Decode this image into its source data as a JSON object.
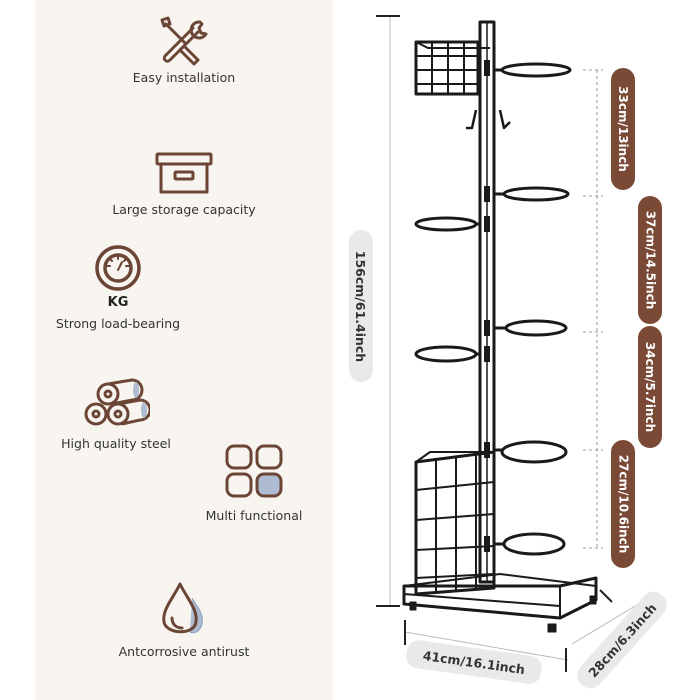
{
  "features": [
    {
      "label": "Easy installation",
      "icon": "wrench-screwdriver-icon"
    },
    {
      "label": "Large storage capacity",
      "icon": "storage-box-icon"
    },
    {
      "label": "Strong load-bearing",
      "icon": "kg-gauge-icon",
      "icon_text": "KG"
    },
    {
      "label": "High quality steel",
      "icon": "steel-rolls-icon"
    },
    {
      "label": "Multi functional",
      "icon": "grid-squares-icon"
    },
    {
      "label": "Antcorrosive antirust",
      "icon": "water-drop-icon"
    }
  ],
  "dimensions": {
    "height_total": "156cm/61.4inch",
    "section_1": "33cm/13inch",
    "section_2": "37cm/14.5inch",
    "section_3": "34cm/5.7inch",
    "section_4": "27cm/10.6inch",
    "width": "41cm/16.1inch",
    "depth": "28cm/6.3inch"
  },
  "colors": {
    "panel_bg": "#f8f5f0",
    "icon_brown": "#6b4535",
    "pill_brown": "#7a4a36",
    "pill_gray": "#e9e9e9",
    "rack_black": "#1a1a1a"
  }
}
